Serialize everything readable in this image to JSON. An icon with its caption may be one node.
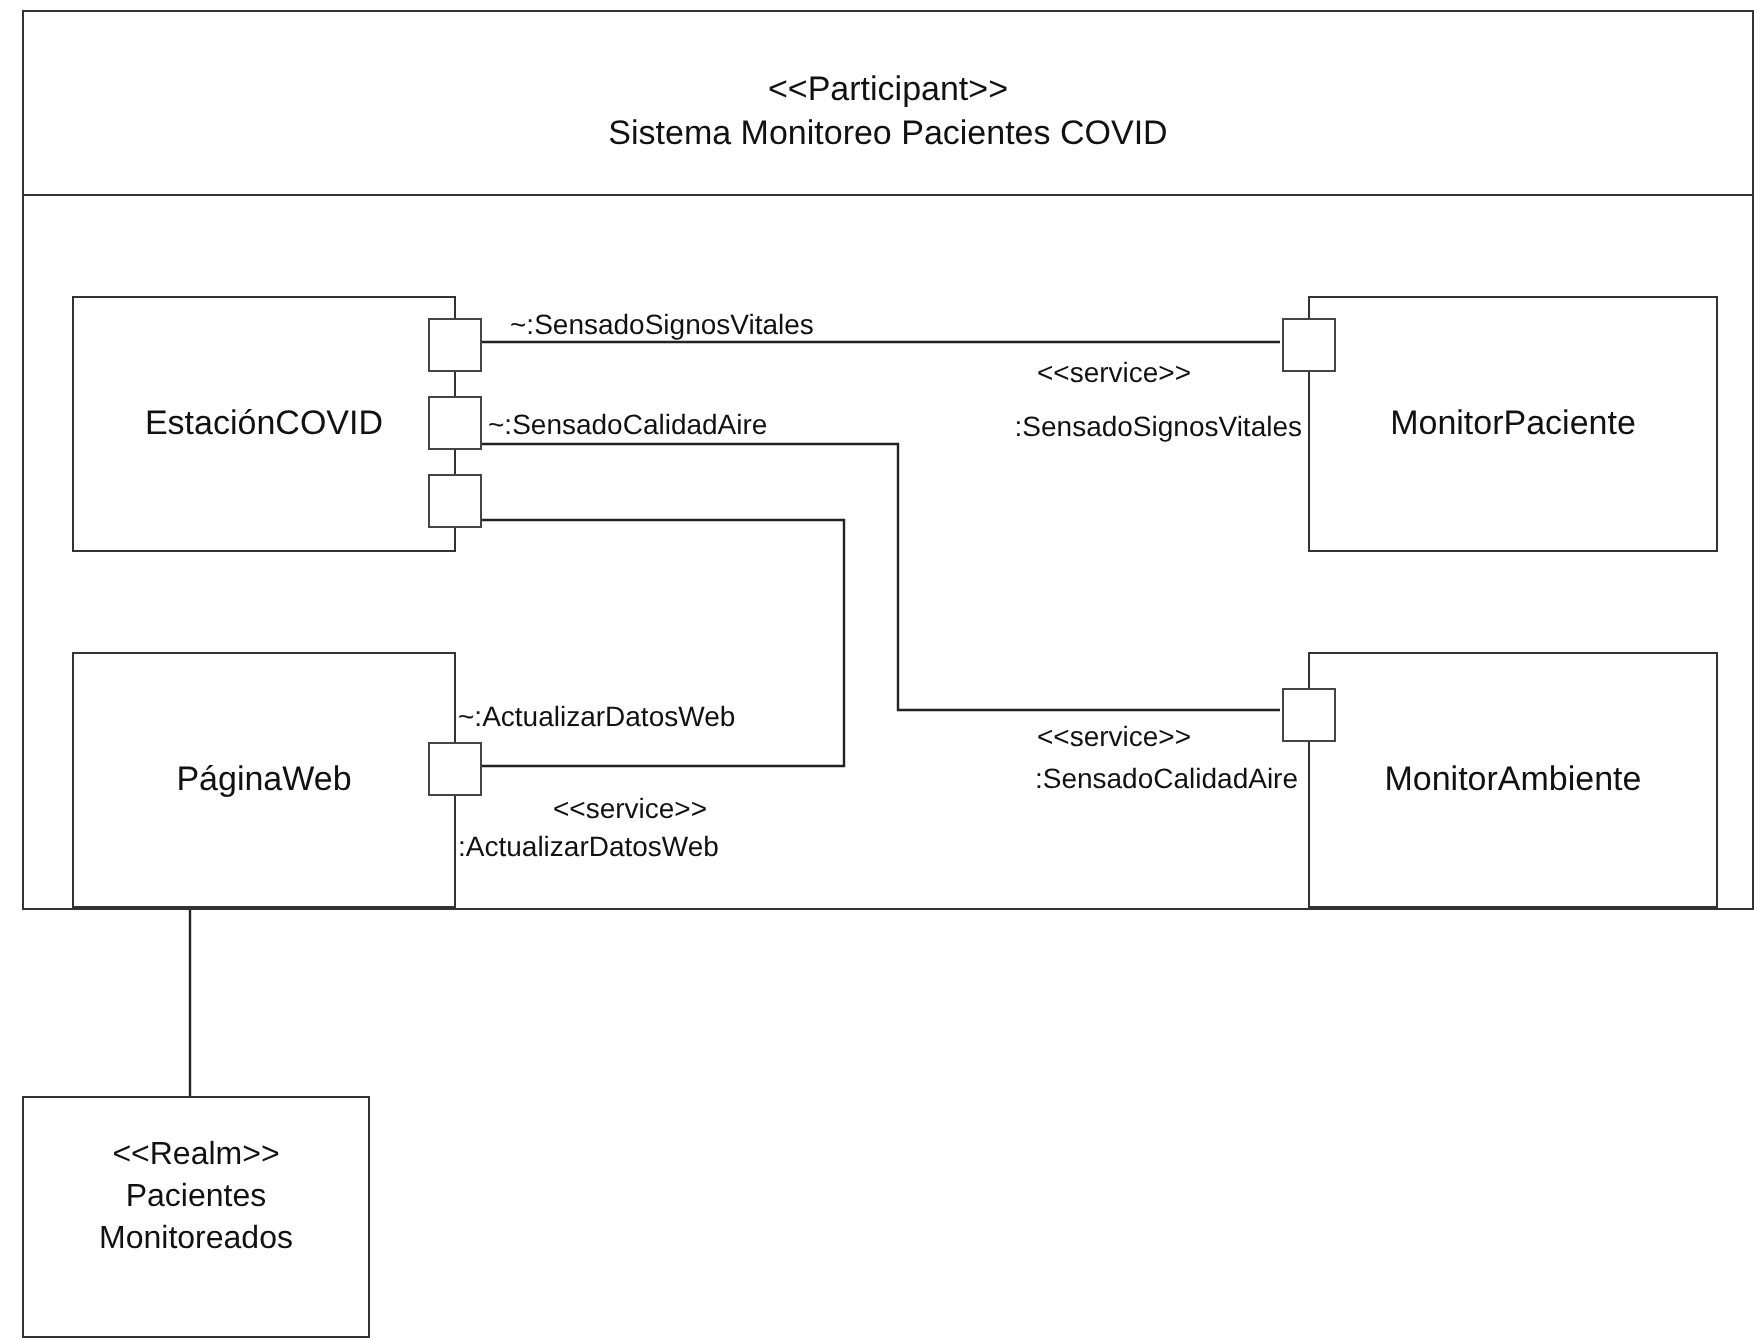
{
  "diagram": {
    "nodes": [
      {
        "text": [
          "<<Participant>>",
          "Sistema Monitoreo Pacientes COVID"
        ]
      },
      {
        "text": [
          "EstaciónCOVID"
        ],
        "in": 0
      },
      {
        "text": [],
        "shape": "box",
        "in": 0
      },
      {
        "text": [],
        "shape": "box",
        "in": 0
      },
      {
        "text": [],
        "shape": "box",
        "in": 0
      },
      {
        "text": [
          "MonitorPaciente"
        ],
        "in": 0
      },
      {
        "text": [],
        "shape": "box",
        "in": 0
      },
      {
        "text": [
          "PáginaWeb"
        ],
        "in": 0
      },
      {
        "text": [],
        "shape": "box",
        "in": 0
      },
      {
        "text": [
          "MonitorAmbiente"
        ],
        "in": 0
      },
      {
        "text": [],
        "shape": "box",
        "in": 0
      },
      {
        "text": [
          "<<Realm>>",
          "Pacientes Monitoreados"
        ]
      }
    ],
    "edges": [
      {
        "from": 2,
        "to": 6,
        "arrow": "none"
      },
      {
        "from": 3,
        "to": 10,
        "arrow": "none"
      },
      {
        "from": 4,
        "to": 8,
        "arrow": "none"
      },
      {
        "from": 0,
        "to": 11,
        "arrow": "none"
      }
    ],
    "labels": [
      "~:SensadoSignosVitales",
      "<<service>>",
      "~:SensadoCalidadAire",
      ":SensadoSignosVitales",
      "~:ActualizarDatosWeb",
      "<<service>>",
      ":SensadoCalidadAire",
      "<<service>>",
      ":ActualizarDatosWeb"
    ]
  }
}
